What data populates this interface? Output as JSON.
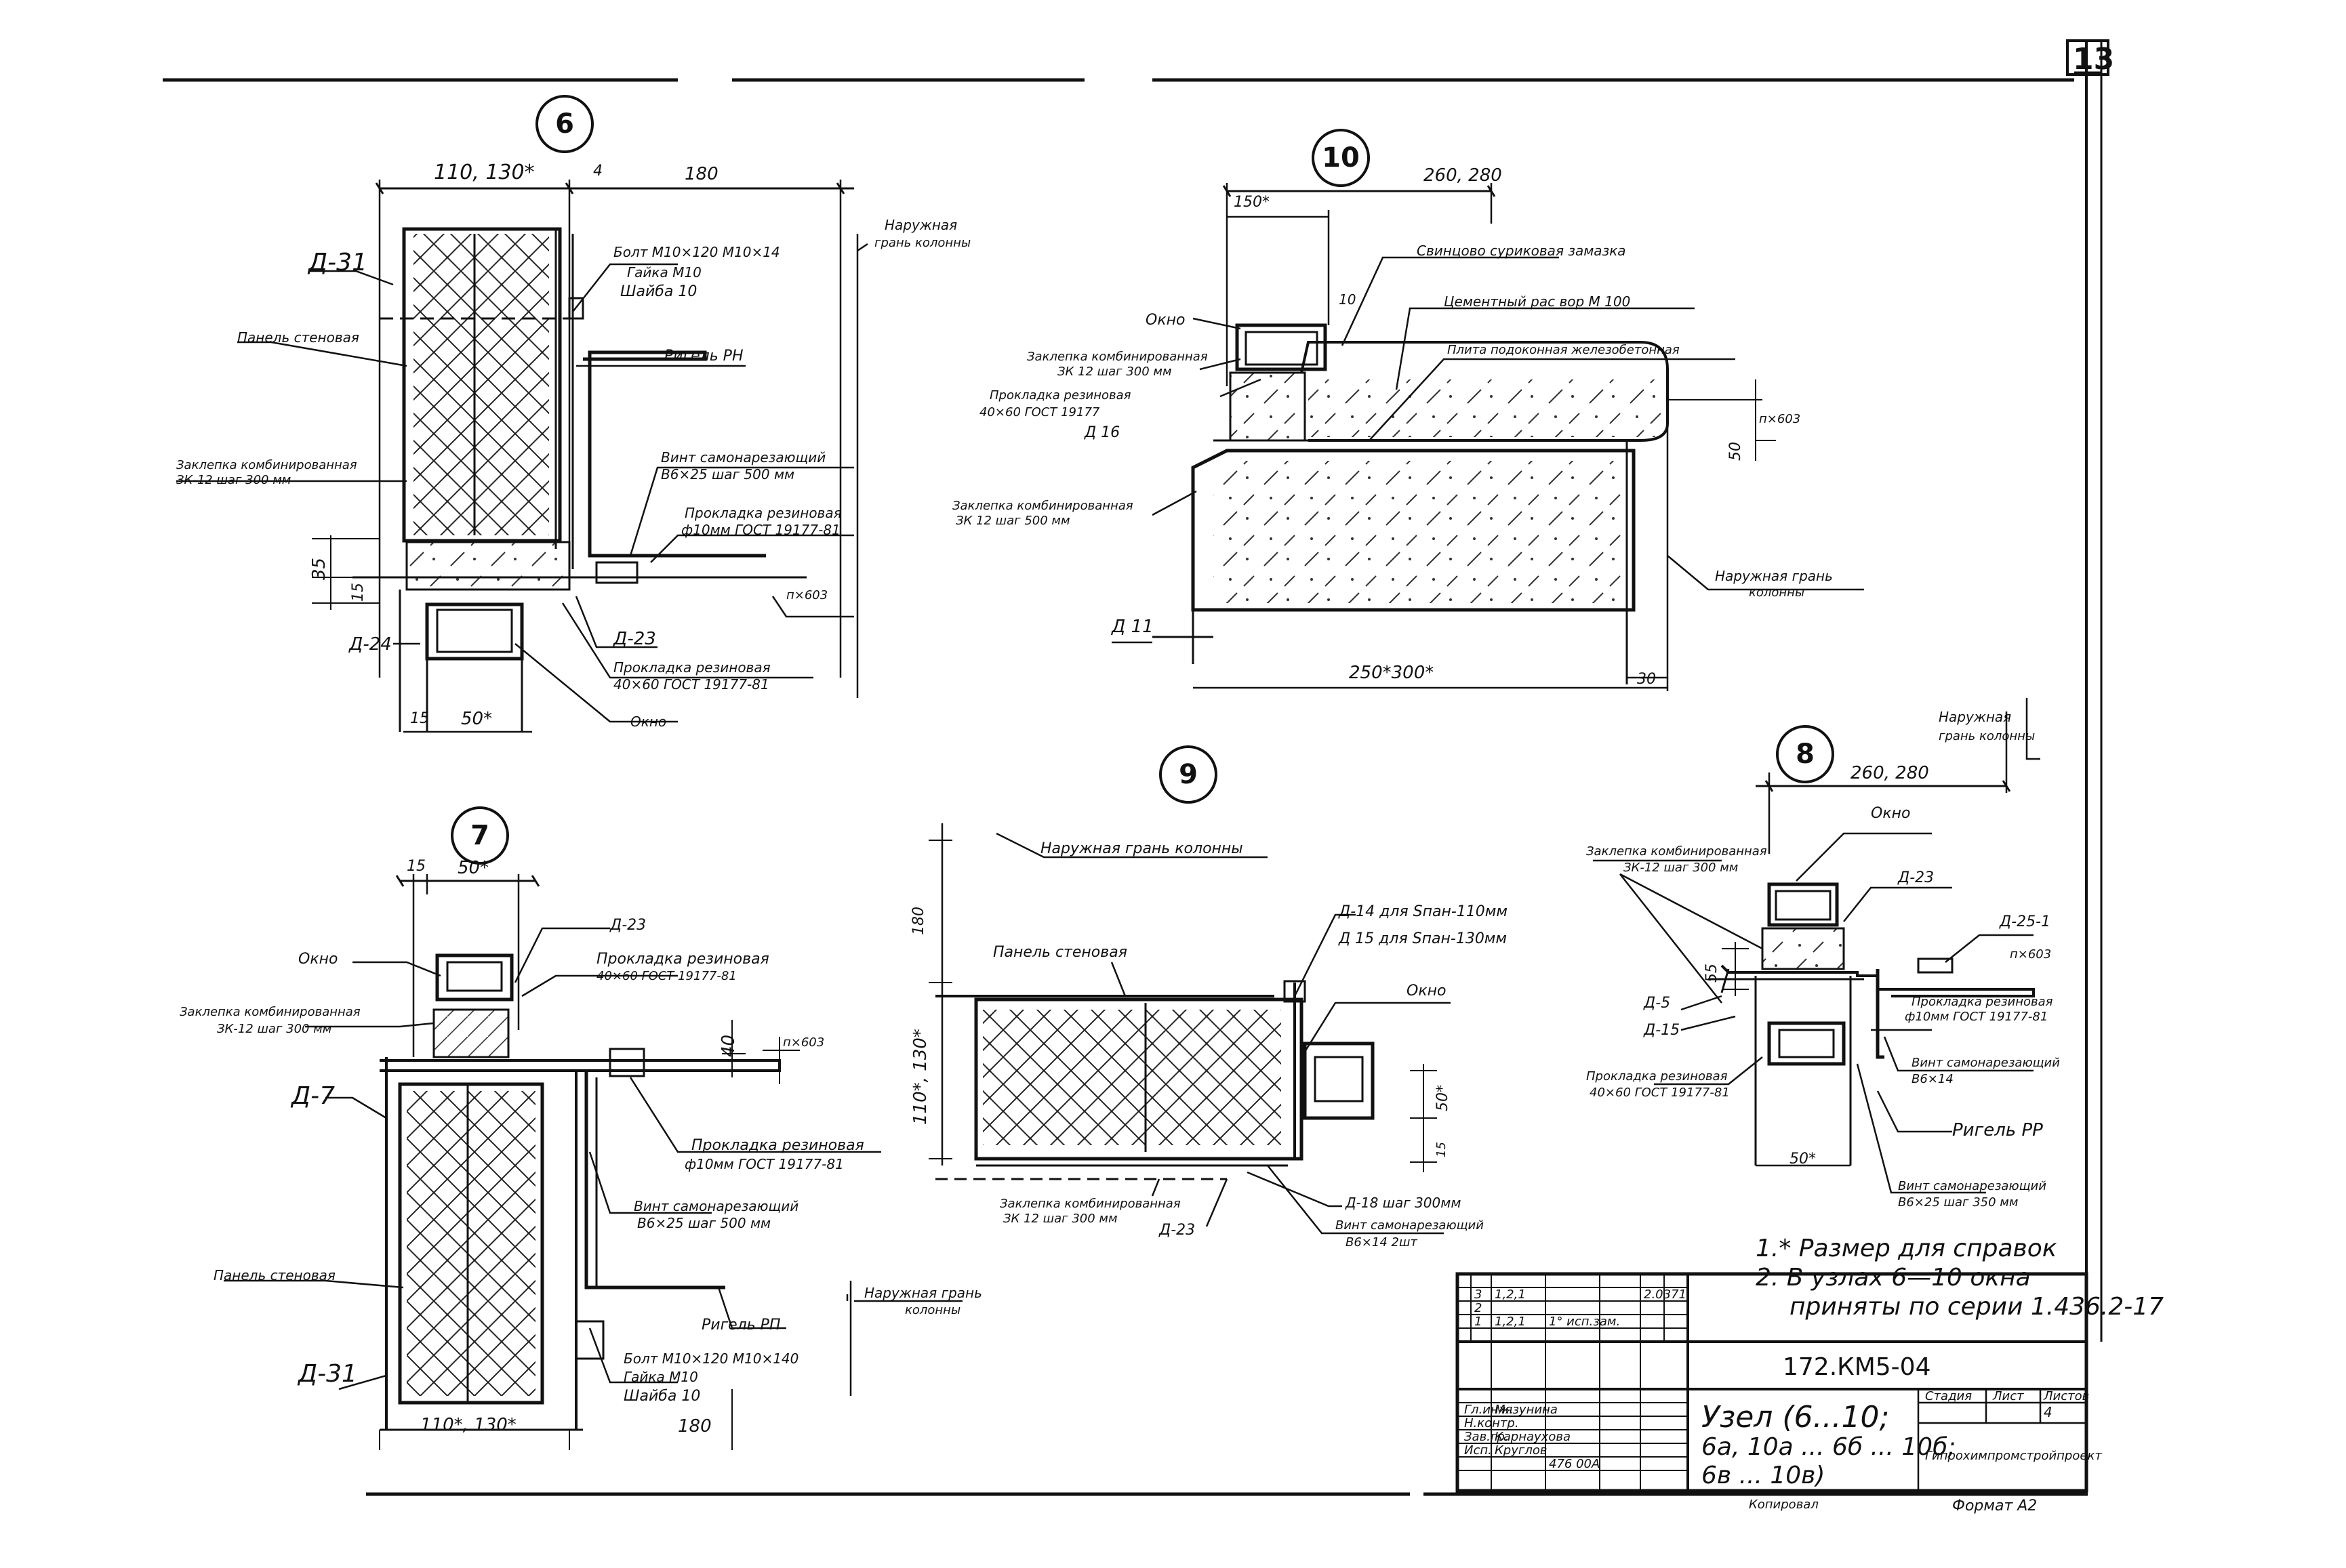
{
  "sheet": {
    "page_number": "13",
    "designation": "172.КМ5-04",
    "format": "Формат А2"
  },
  "nodes": {
    "n6": {
      "id": "6",
      "dims": [
        "110, 130*",
        "4",
        "180",
        "35",
        "15",
        "15",
        "50*"
      ],
      "labels": {
        "d31": "Д-31",
        "panel": "Панель стеновая",
        "zaklepka": "Заклепка комбинированная",
        "zaklepka2": "ЗК-12  шаг 300 мм",
        "bolt": "Болт М10×120 М10×14",
        "gaika": "Гайка М10",
        "shayba": "Шайба 10",
        "rigel": "Ригель РН",
        "vint": "Винт самонарезающий",
        "vint2": "В6×25  шаг 500 мм",
        "prokladka": "Прокладка резиновая",
        "prokladka2": "ф10мм ГОСТ 19177-81",
        "d23": "Д-23",
        "d24": "Д-24",
        "prokladka3": "Прокладка резиновая",
        "prokladka4": "40×60 ГОСТ 19177-81",
        "okno": "Окно",
        "level": "п×603",
        "face": "Наружная",
        "face2": "грань колонны"
      }
    },
    "n10": {
      "id": "10",
      "dims": [
        "260, 280",
        "150*",
        "10",
        "50",
        "250*300*",
        "30"
      ],
      "labels": {
        "zamazka": "Свинцово суриковая замазка",
        "rastvor": "Цементный рас вор М 100",
        "plita": "Плита подоконная железобетонная",
        "okno": "Окно",
        "zaklepka": "Заклепка комбинированная",
        "zaklepka2": "ЗК 12  шаг 300 мм",
        "prokladka": "Прокладка резиновая",
        "prokladka2": "40×60 ГОСТ 19177",
        "d16": "Д 16",
        "zaklepka3": "Заклепка комбинированная",
        "zaklepka4": "ЗК 12  шаг 500 мм",
        "d11": "Д 11",
        "level": "п×603",
        "face": "Наружная грань",
        "face2": "колонны"
      }
    },
    "n7": {
      "id": "7",
      "dims": [
        "15",
        "50*",
        "40",
        "110*, 130*",
        "180"
      ],
      "labels": {
        "okno": "Окно",
        "d23": "Д-23",
        "prokladka": "Прокладка резиновая",
        "prokladka2": "40×60 ГОСТ 19177-81",
        "zaklepka": "Заклепка комбинированная",
        "zaklepka2": "ЗК-12  шаг 300 мм",
        "d7": "Д-7",
        "level": "п×603",
        "prokladka3": "Прокладка резиновая",
        "prokladka4": "ф10мм ГОСТ 19177-81",
        "vint": "Винт самонарезающий",
        "vint2": "В6×25  шаг 500 мм",
        "panel": "Панель стеновая",
        "face": "Наружная грань",
        "face2": "колонны",
        "rigel": "Ригель РП",
        "bolt": "Болт М10×120 М10×140",
        "gaika": "Гайка М10",
        "shayba": "Шайба 10",
        "d31": "Д-31"
      }
    },
    "n9": {
      "id": "9",
      "dims": [
        "180",
        "110*, 130*",
        "50*",
        "15"
      ],
      "labels": {
        "face": "Наружная грань колонны",
        "panel": "Панель стеновая",
        "d14": "Д-14 для Sпан-110мм",
        "d15": "Д 15 для Sпан-130мм",
        "okno": "Окно",
        "zaklepka": "Заклепка комбинированная",
        "zaklepka2": "ЗК 12  шаг 300 мм",
        "d23": "Д-23",
        "d18": "Д-18 шаг 300мм",
        "vint": "Винт самонарезающий",
        "vint2": "В6×14  2шт"
      }
    },
    "n8": {
      "id": "8",
      "dims": [
        "260, 280",
        "55",
        "50*"
      ],
      "labels": {
        "face": "Наружная",
        "face2": "грань колонны",
        "zaklepka": "Заклепка комбинированная",
        "zaklepka2": "ЗК-12  шаг 300 мм",
        "okno": "Окно",
        "d23": "Д-23",
        "d25": "Д-25-1",
        "level": "п×603",
        "prokladka": "Прокладка резиновая",
        "prokladka2": "ф10мм ГОСТ 19177-81",
        "vint0": "Винт самонарезающий",
        "vint0b": "В6×14",
        "d5": "Д-5",
        "d15": "Д-15",
        "prokladka3": "Прокладка резиновая",
        "prokladka4": "40×60 ГОСТ 19177-81",
        "rigel": "Ригель РР",
        "vint": "Винт самонарезающий",
        "vint2": "В6×25  шаг 350 мм"
      }
    }
  },
  "notes": [
    "1.* Размер для справок",
    "2. В узлах 6—10 окна",
    "приняты по серии 1.436.2-17"
  ],
  "title_block": {
    "drawing_title": "Узел (6...10;",
    "drawing_title2": "6а, 10а ... 6б ... 10б;",
    "drawing_title3": "6в ... 10в)",
    "organization": "Гипрохимпромстройпроект",
    "sheet_no": "4",
    "stage_hdr": "Стадия",
    "sheet_hdr": "Лист",
    "sheets_hdr": "Листов",
    "roles": [
      "Гл.инж.",
      "Н.контр.",
      "Зав.гр.",
      "Исп."
    ],
    "names": [
      "Мязунина",
      "",
      "Карнаухова",
      "Круглов"
    ],
    "rev_rows": [
      [
        "3",
        "1,2,1",
        "",
        "",
        "2.0371"
      ],
      [
        "2",
        "",
        "",
        "",
        ""
      ],
      [
        "1",
        "1,2,1",
        "1° исп.зам.",
        "",
        ""
      ]
    ],
    "copied": "Копировал",
    "bottom_small": "476 00А"
  }
}
